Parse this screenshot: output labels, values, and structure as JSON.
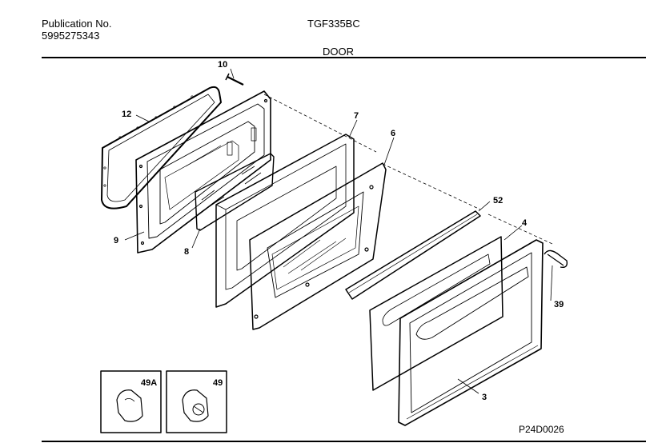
{
  "header": {
    "publication_label": "Publication No.",
    "publication_number": "5995275343",
    "model": "TGF335BC",
    "section": "DOOR"
  },
  "callouts": {
    "c10": "10",
    "c12": "12",
    "c9": "9",
    "c8": "8",
    "c7": "7",
    "c6": "6",
    "c52": "52",
    "c4": "4",
    "c39": "39",
    "c3": "3",
    "c49a": "49A",
    "c49": "49"
  },
  "diagram_code": "P24D0026"
}
